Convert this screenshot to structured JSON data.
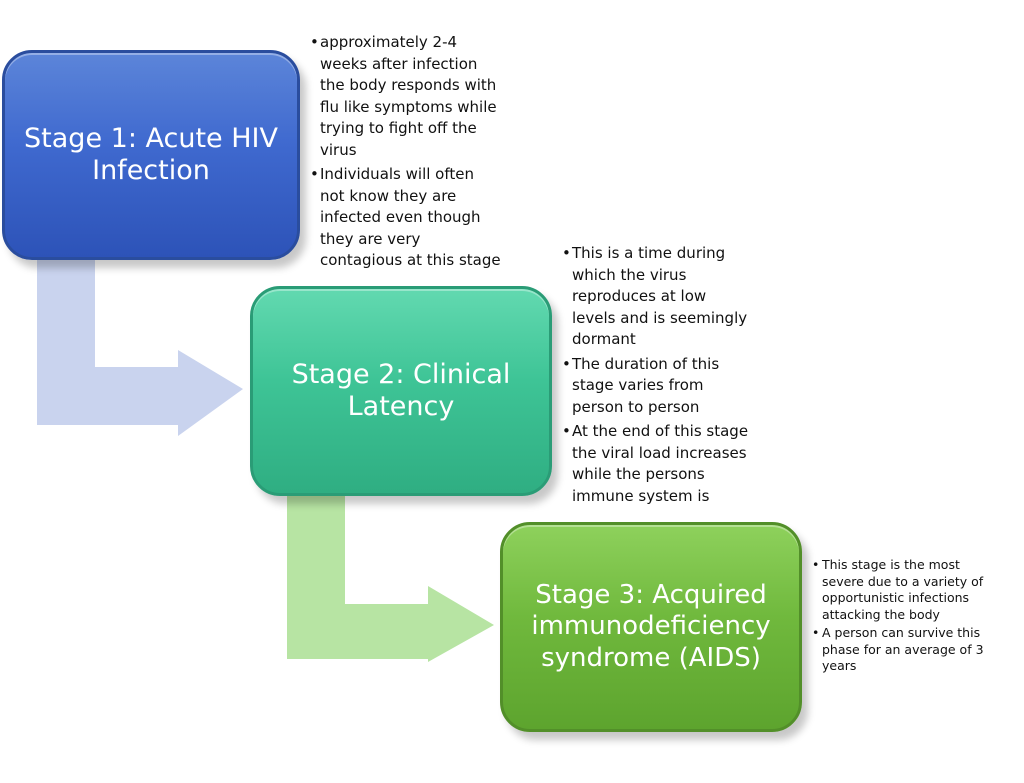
{
  "colors": {
    "stage1": "#3f69cf",
    "stage2": "#3ec496",
    "stage3": "#70b93d",
    "arrow1": "#c9d3ee",
    "arrow2": "#b7e4a3"
  },
  "stages": [
    {
      "title": "Stage 1: Acute HIV\nInfection",
      "bullets": [
        "approximately 2-4\nweeks after infection\nthe body responds with\nflu like symptoms while\ntrying to fight off the\nvirus",
        "Individuals will often\nnot know they are\ninfected even though\nthey are very\ncontagious at this stage"
      ]
    },
    {
      "title": "Stage 2: Clinical\nLatency",
      "bullets": [
        "This is a time during\nwhich the virus\nreproduces at low\nlevels and is seemingly\ndormant",
        "The duration of this\nstage varies from\nperson to person",
        "At the end of this stage\nthe viral load increases\nwhile the persons\nimmune system is"
      ]
    },
    {
      "title": "Stage 3: Acquired\nimmunodeficiency\nsyndrome (AIDS)",
      "bullets": [
        "This stage is the most\nsevere due to a variety of\nopportunistic infections\nattacking the body",
        "A person can survive this\nphase for an average of 3\nyears"
      ]
    }
  ]
}
